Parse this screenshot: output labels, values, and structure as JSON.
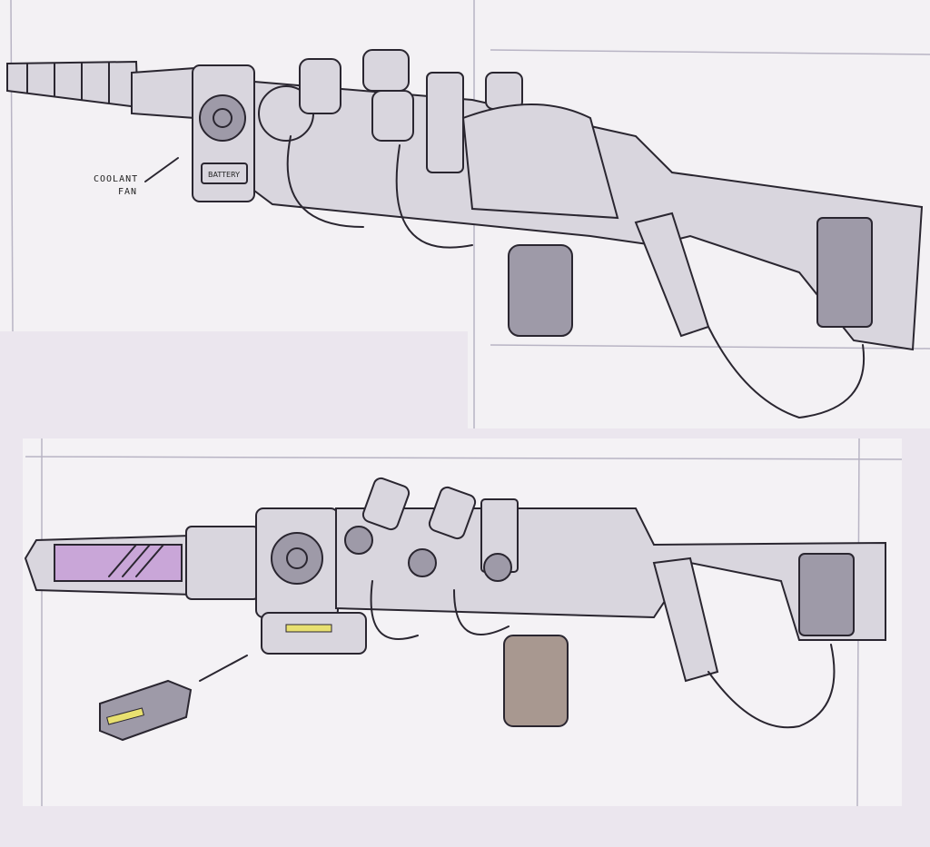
{
  "top_sketch": {
    "annotation_line1": "COOLANT",
    "annotation_line2": "FAN",
    "battery_label": "BATTERY"
  },
  "colors": {
    "paper": "#f3f1f4",
    "background": "#ebe6ee",
    "ink": "#2a2630",
    "shade": "#9e9aa8",
    "plasma": "#c9a6d8",
    "cartridge": "#a89890"
  }
}
